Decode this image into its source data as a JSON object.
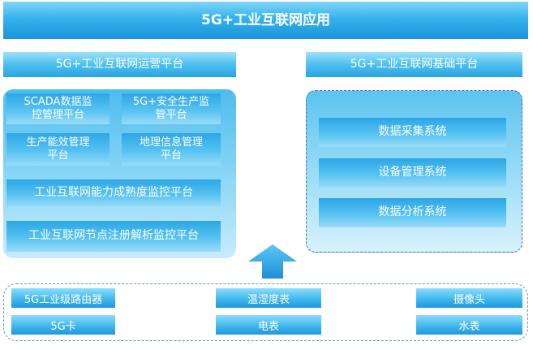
{
  "title": "5G+工业互联网应用",
  "ops_platform": {
    "label": "5G+工业互联网运营平台",
    "modules": [
      {
        "line1": "SCADA数据监",
        "line2": "控管理平台"
      },
      {
        "line1": "5G+安全生产监",
        "line2": "管平台"
      },
      {
        "line1": "生产能效管理",
        "line2": "平台"
      },
      {
        "line1": "地理信息管理",
        "line2": "平台"
      }
    ],
    "wide_modules": [
      "工业互联网能力成熟度监控平台",
      "工业互联网节点注册解析监控平台"
    ]
  },
  "base_platform": {
    "label": "5G+工业互联网基础平台",
    "systems": [
      "数据采集系统",
      "设备管理系统",
      "数据分析系统"
    ]
  },
  "devices": [
    "5G工业级路由器",
    "温湿度表",
    "摄像头",
    "5G卡",
    "电表",
    "水表"
  ],
  "colors": {
    "bar_top": "#7fd6f8",
    "bar_bottom": "#1a94dc",
    "arrow": "#1d8fd8"
  },
  "icons": {
    "arrow": "up-arrow-icon"
  }
}
